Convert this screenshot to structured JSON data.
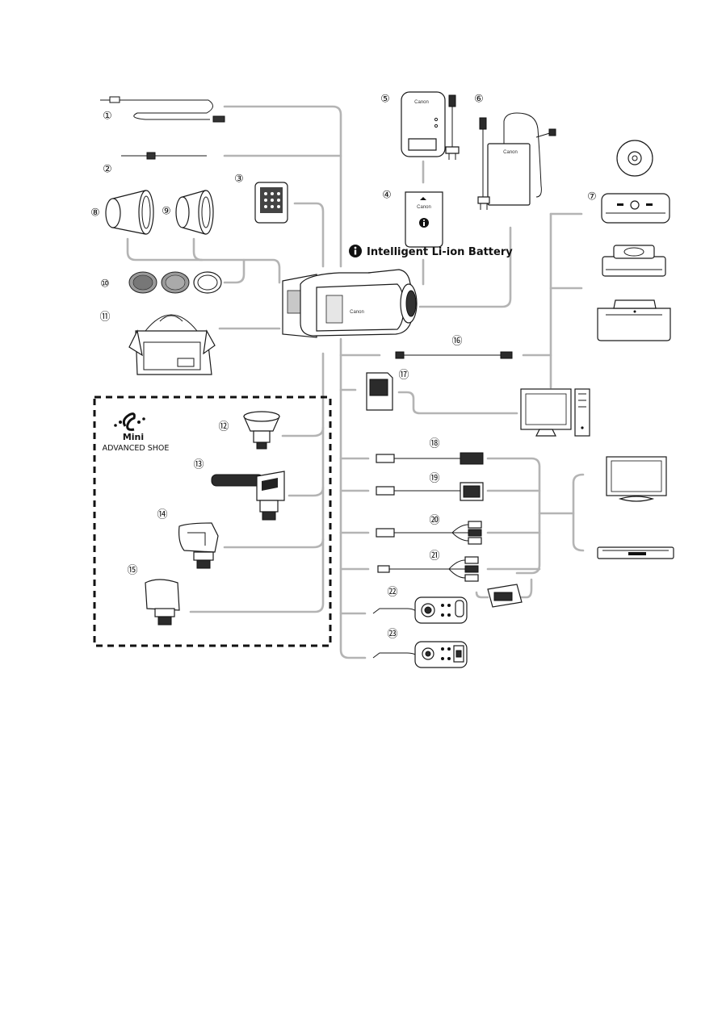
{
  "battery_label": "Intelligent Li-ion Battery",
  "shoe": {
    "logo_title": "Mini",
    "logo_subtitle": "ADVANCED SHOE"
  },
  "brand_text": "Canon",
  "callouts": [
    {
      "id": 1,
      "symbol": "①"
    },
    {
      "id": 2,
      "symbol": "②"
    },
    {
      "id": 3,
      "symbol": "③"
    },
    {
      "id": 4,
      "symbol": "④"
    },
    {
      "id": 5,
      "symbol": "⑤"
    },
    {
      "id": 6,
      "symbol": "⑥"
    },
    {
      "id": 7,
      "symbol": "⑦"
    },
    {
      "id": 8,
      "symbol": "⑧"
    },
    {
      "id": 9,
      "symbol": "⑨"
    },
    {
      "id": 10,
      "symbol": "⑩"
    },
    {
      "id": 11,
      "symbol": "⑪"
    },
    {
      "id": 12,
      "symbol": "⑫"
    },
    {
      "id": 13,
      "symbol": "⑬"
    },
    {
      "id": 14,
      "symbol": "⑭"
    },
    {
      "id": 15,
      "symbol": "⑮"
    },
    {
      "id": 16,
      "symbol": "⑯"
    },
    {
      "id": 17,
      "symbol": "⑰"
    },
    {
      "id": 18,
      "symbol": "⑱"
    },
    {
      "id": 19,
      "symbol": "⑲"
    },
    {
      "id": 20,
      "symbol": "⑳"
    },
    {
      "id": 21,
      "symbol": "㉑"
    },
    {
      "id": 22,
      "symbol": "㉒"
    },
    {
      "id": 23,
      "symbol": "㉓"
    }
  ]
}
